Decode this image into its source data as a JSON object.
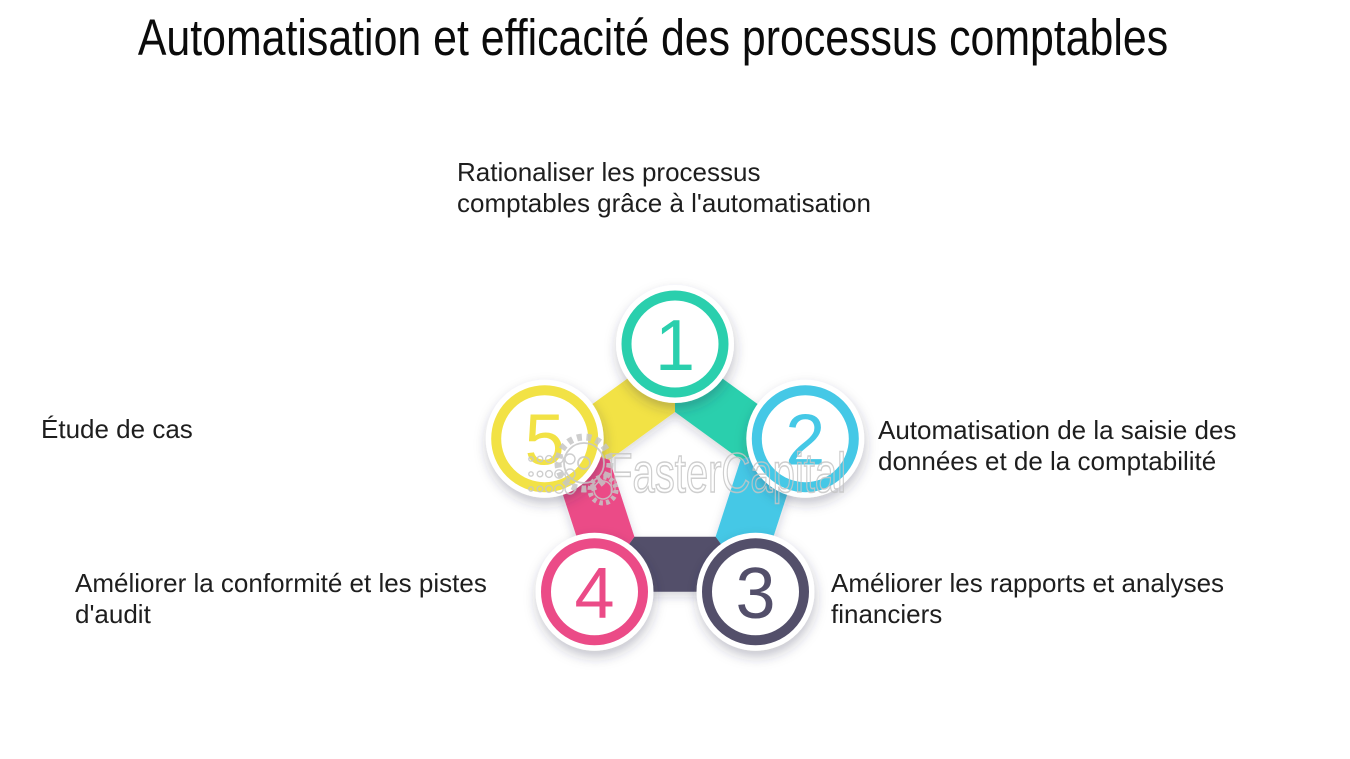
{
  "title": "Automatisation et efficacité des processus comptables",
  "watermark": {
    "text": "FasterCapital"
  },
  "diagram": {
    "type": "pentagon-cycle",
    "steps": [
      {
        "number": "1",
        "color": "#2CCFAD",
        "label": "Rationaliser les processus\ncomptables grâce à l'automatisation"
      },
      {
        "number": "2",
        "color": "#44C8E6",
        "label": "Automatisation de la saisie des\ndonnées et de la comptabilité"
      },
      {
        "number": "3",
        "color": "#534F6B",
        "label": "Améliorer les rapports et analyses\nfinanciers"
      },
      {
        "number": "4",
        "color": "#EB4B87",
        "label": "Améliorer la conformité et les pistes\nd'audit"
      },
      {
        "number": "5",
        "color": "#F2E245",
        "label": "Étude de cas"
      }
    ],
    "watermark_color": "#c6c6c6",
    "background": "#ffffff"
  }
}
